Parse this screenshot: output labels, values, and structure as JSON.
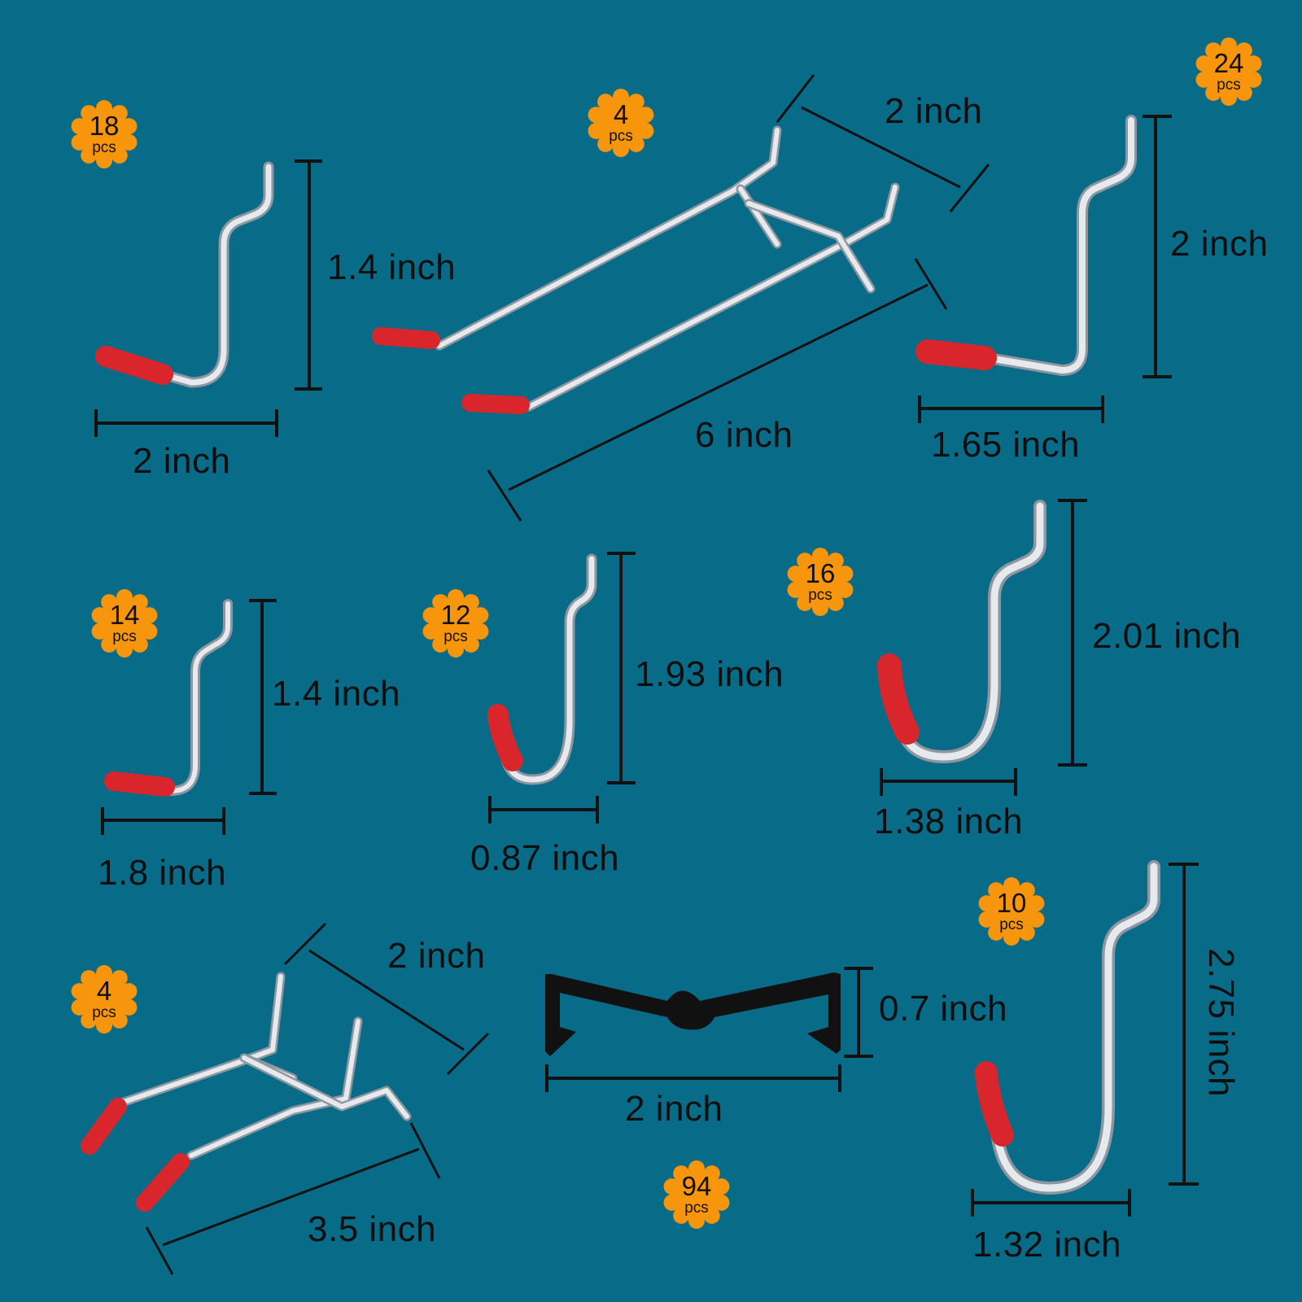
{
  "colors": {
    "background": "#086b88",
    "badge": "#f7960d",
    "steel": "#d8dde2",
    "cap": "#d9262c",
    "line": "#111111"
  },
  "badges": [
    {
      "num": "18",
      "unit": "pcs"
    },
    {
      "num": "4",
      "unit": "pcs"
    },
    {
      "num": "24",
      "unit": "pcs"
    },
    {
      "num": "14",
      "unit": "pcs"
    },
    {
      "num": "12",
      "unit": "pcs"
    },
    {
      "num": "16",
      "unit": "pcs"
    },
    {
      "num": "10",
      "unit": "pcs"
    },
    {
      "num": "4",
      "unit": "pcs"
    },
    {
      "num": "94",
      "unit": "pcs"
    }
  ],
  "dims": [
    "1.4 inch",
    "2 inch",
    "2 inch",
    "6 inch",
    "2 inch",
    "1.65 inch",
    "1.4 inch",
    "1.8 inch",
    "1.93 inch",
    "0.87 inch",
    "2.01 inch",
    "1.38 inch",
    "2 inch",
    "3.5 inch",
    "0.7 inch",
    "2 inch",
    "2.75 inch",
    "1.32 inch"
  ]
}
